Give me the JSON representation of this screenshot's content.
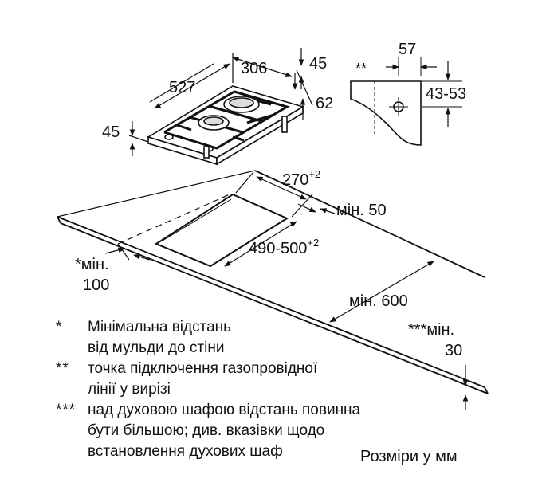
{
  "dimensions": {
    "depth": "527",
    "width": "306",
    "top_offset": "45",
    "height": "62",
    "left_offset": "45",
    "pipe_offset": "57",
    "pipe_depth": "43-53",
    "cutout_depth": "270",
    "cutout_depth_tol": "+2",
    "cutout_width": "490-500",
    "cutout_width_tol": "+2",
    "min_front": "мін. 50",
    "min_wall_line1": "*мін.",
    "min_wall_line2": "100",
    "min_side": "мін. 600",
    "min_oven_line1": "***мін.",
    "min_oven_line2": "30",
    "pipe_marker": "**"
  },
  "notes": [
    {
      "mark": "*",
      "text": "Мінімальна відстань\nвід мульди до стіни"
    },
    {
      "mark": "**",
      "text": "точка підключення газопровідної\nлінії у вирізі"
    },
    {
      "mark": "***",
      "text": "над духовою шафою відстань повинна\nбути більшою; див. вказівки щодо\nвстановлення духових шаф"
    }
  ],
  "units_label": "Розміри у мм"
}
